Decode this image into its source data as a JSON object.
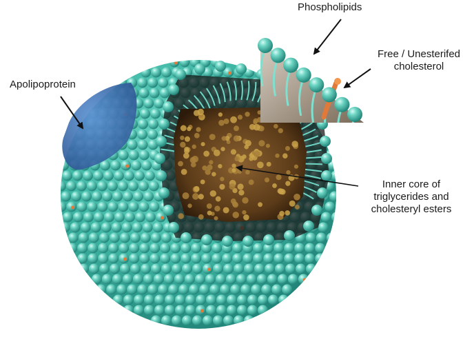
{
  "labels": {
    "phospholipids": "Phospholipids",
    "cholesterol_line1": "Free / Unesterifed",
    "cholesterol_line2": "cholesterol",
    "apolipoprotein": "Apolipoprotein",
    "core_line1": "Inner core of",
    "core_line2": "triglycerides and",
    "core_line3": "cholesteryl esters"
  },
  "colors": {
    "shell": "#3fb8a6",
    "shell_dark": "#1f7f74",
    "bead_highlight": "#c9f4ee",
    "apolipoprotein": "#3e6fb0",
    "core": "#6b4a22",
    "core_dot": "#c9a24a",
    "cholesterol": "#e0793a",
    "arrow": "#111111"
  }
}
